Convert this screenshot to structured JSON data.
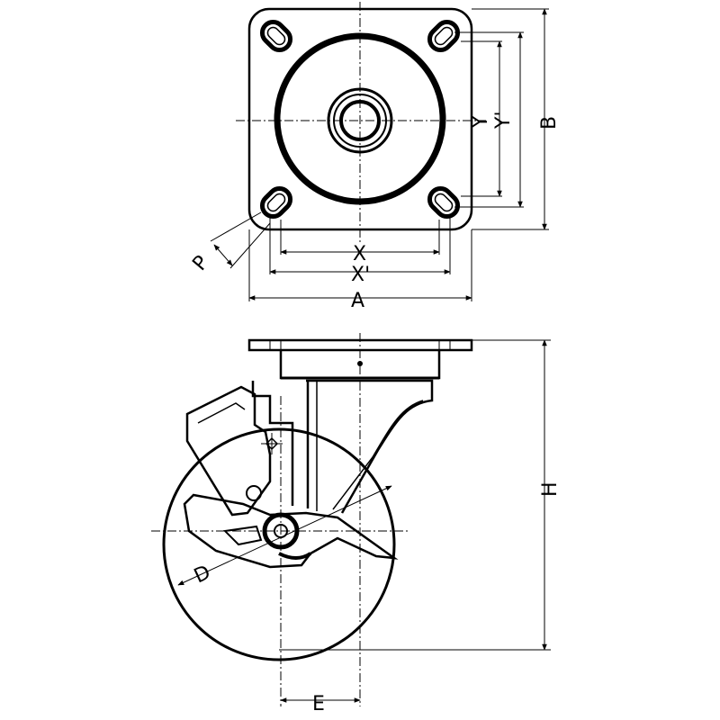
{
  "colors": {
    "ink": "#000000",
    "paper": "#ffffff"
  },
  "dimensions": {
    "A": "A",
    "B": "B",
    "X": "X",
    "X1": "X'",
    "Y": "Y",
    "Y1": "Y'",
    "P": "P",
    "H": "H",
    "D": "D",
    "E": "E"
  }
}
